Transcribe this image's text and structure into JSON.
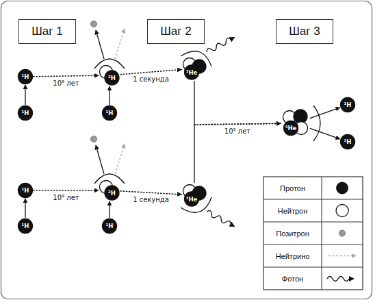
{
  "diagram": {
    "nodes": [
      {
        "text": [
          "Шаг 1"
        ]
      },
      {
        "text": [
          "Шаг 2"
        ]
      },
      {
        "text": [
          "Шаг 3"
        ]
      },
      {
        "text": [
          "¹H"
        ]
      },
      {
        "text": [
          "¹H"
        ]
      },
      {
        "text": [
          "²H"
        ]
      },
      {
        "text": [
          "¹H"
        ]
      },
      {
        "text": [
          "³He"
        ]
      },
      {
        "text": [
          "⁴He"
        ]
      },
      {
        "text": [
          "¹H"
        ]
      },
      {
        "text": [
          "¹H"
        ]
      },
      {
        "text": [
          "¹H"
        ]
      },
      {
        "text": [
          "¹H"
        ]
      },
      {
        "text": [
          "²H"
        ]
      },
      {
        "text": [
          "¹H"
        ]
      },
      {
        "text": [
          "³He"
        ]
      }
    ],
    "edges": [
      {
        "from": 4,
        "to": 3,
        "arrow": "to"
      },
      {
        "from": 3,
        "to": 5,
        "label": "10⁹ лет",
        "arrow": "to"
      },
      {
        "from": 6,
        "to": 5,
        "arrow": "to"
      },
      {
        "from": 5,
        "to": 7,
        "label": "1 секунда",
        "arrow": "to"
      },
      {
        "from": 7,
        "to": 8,
        "label": "10⁵ лет",
        "arrow": "to"
      },
      {
        "from": 15,
        "to": 8,
        "arrow": "to"
      },
      {
        "from": 8,
        "to": 9,
        "arrow": "to"
      },
      {
        "from": 8,
        "to": 10,
        "arrow": "to"
      },
      {
        "from": 12,
        "to": 11,
        "arrow": "to"
      },
      {
        "from": 11,
        "to": 13,
        "label": "10⁹ лет",
        "arrow": "to"
      },
      {
        "from": 14,
        "to": 13,
        "arrow": "to"
      },
      {
        "from": 13,
        "to": 15,
        "label": "1 секунда",
        "arrow": "to"
      }
    ],
    "legend": [
      {
        "text": "Протон"
      },
      {
        "text": "Нейтрон"
      },
      {
        "text": "Позитрон"
      },
      {
        "text": "Нейтрино"
      },
      {
        "text": "Фотон"
      }
    ]
  }
}
